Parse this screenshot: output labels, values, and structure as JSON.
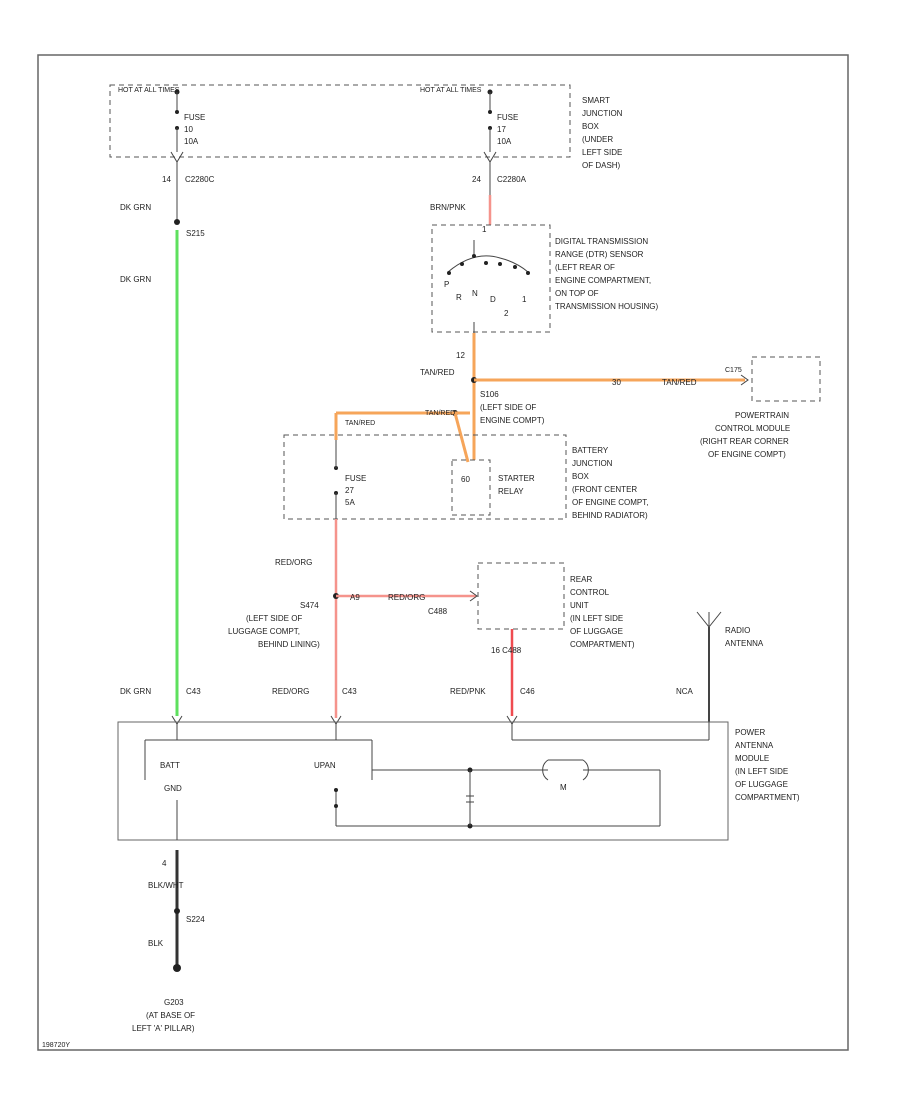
{
  "diagram": {
    "hot_left": "HOT AT ALL TIMES",
    "hot_right": "HOT AT ALL TIMES",
    "fuse_left": [
      "FUSE",
      "10",
      "10A"
    ],
    "fuse_right": [
      "FUSE",
      "17",
      "10A"
    ],
    "sjb": [
      "SMART",
      "JUNCTION",
      "BOX",
      "(UNDER",
      "LEFT SIDE",
      "OF DASH)"
    ],
    "c_left": "C2280C",
    "pin_left": "14",
    "pin_right": "24",
    "c_right": "C2280A",
    "wire_dkgrn_1": "DK GRN",
    "s215": "S215",
    "wire_dkgrn_2": "DK GRN",
    "wire_brnpnk": "BRN/PNK",
    "dtr_pin": "1",
    "dtr": [
      "DIGITAL TRANSMISSION",
      "RANGE (DTR) SENSOR",
      "(LEFT REAR OF",
      "ENGINE COMPARTMENT,",
      "ON TOP OF",
      "TRANSMISSION HOUSING)"
    ],
    "dtr_pos": [
      "P",
      "R",
      "N",
      "D",
      "2",
      "1"
    ],
    "pin_12": "12",
    "wire_tanred_1": "TAN/RED",
    "pcm_pin": "30",
    "pcm_wire": "TAN/RED",
    "pcm_c": "C175",
    "pcm": [
      "POWERTRAIN",
      "CONTROL MODULE",
      "(RIGHT REAR CORNER",
      "OF ENGINE COMPT)"
    ],
    "s106": [
      "S106",
      "(LEFT SIDE OF",
      "ENGINE COMPT)"
    ],
    "wire_tanred_2": "TAN/RED",
    "wire_tanred_3": "TAN/RED",
    "fuse_bjb": [
      "FUSE",
      "27",
      "5A"
    ],
    "starter_relay": [
      "STARTER",
      "RELAY"
    ],
    "relay_num": "60",
    "bjb": [
      "BATTERY",
      "JUNCTION",
      "BOX",
      "(FRONT CENTER",
      "OF ENGINE COMPT,",
      "BEHIND RADIATOR)"
    ],
    "wire_redorg_1": "RED/ORG",
    "s474": [
      "S474",
      "(LEFT SIDE OF",
      "LUGGAGE COMPT,",
      "BEHIND LINING)"
    ],
    "rcu_pin": "A9",
    "rcu_wire": "RED/ORG",
    "rcu_c": "C488",
    "rcu": [
      "REAR",
      "CONTROL",
      "UNIT",
      "(IN LEFT SIDE",
      "OF LUGGAGE",
      "COMPARTMENT)"
    ],
    "rcu_out": "16  C488",
    "radio_ant": [
      "RADIO",
      "ANTENNA"
    ],
    "bot_wire_1": "DK GRN",
    "bot_c_1": "C43",
    "bot_wire_2": "RED/ORG",
    "bot_c_2": "C43",
    "bot_wire_3": "RED/PNK",
    "bot_c_3": "C46",
    "bot_wire_4": "NCA",
    "pam": [
      "POWER",
      "ANTENNA",
      "MODULE",
      "(IN LEFT SIDE",
      "OF LUGGAGE",
      "COMPARTMENT)"
    ],
    "batt": "BATT",
    "upan": "UPAN",
    "gnd": "GND",
    "motor": "M",
    "gnd_pin": "4",
    "wire_blkwht": "BLK/WHT",
    "s224": "S224",
    "wire_blk": "BLK",
    "g203": [
      "G203",
      "(AT BASE OF",
      "LEFT 'A' PILLAR)"
    ],
    "figure_id": "198720Y"
  }
}
